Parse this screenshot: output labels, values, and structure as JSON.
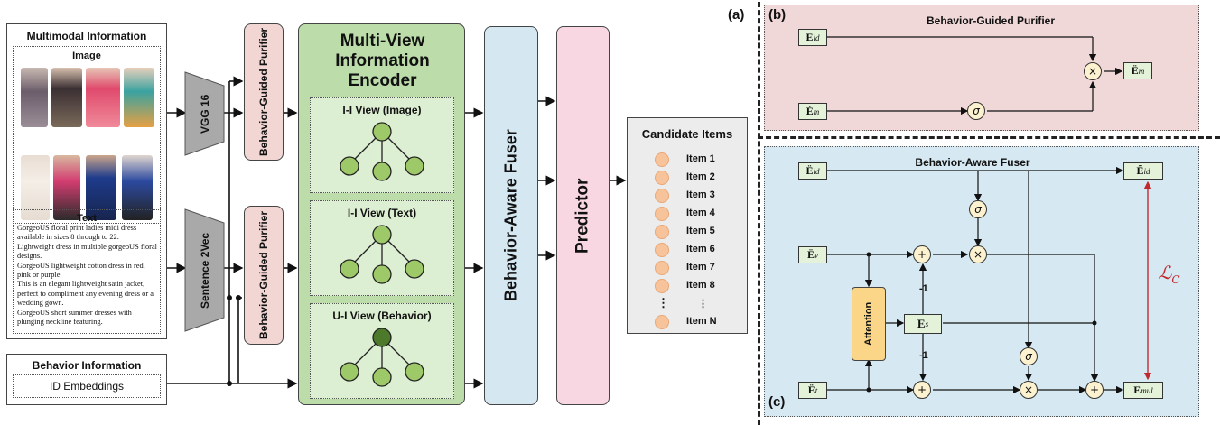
{
  "left": {
    "multimodal_title": "Multimodal Information",
    "image_label": "Image",
    "text_label": "Text",
    "text_body": "GorgeoUS floral print ladies midi dress available in sizes 8 through to 22.\nLightweight dress in multiple gorgeoUS floral designs.\nGorgeoUS lightweight cotton dress in red, pink or purple.\nThis is an elegant lightweight satin jacket, perfect to compliment any evening dress or a wedding gown.\nGorgeoUS short summer dresses with plunging neckline featuring.",
    "behavior_title": "Behavior Information",
    "id_embeddings": "ID Embeddings"
  },
  "encoders": {
    "vgg": "VGG 16",
    "sentence": "Sentence 2Vec"
  },
  "purifier_label": "Behavior-Guided Purifier",
  "mvie": {
    "title": "Multi-View Information Encoder",
    "views": [
      "I-I View (Image)",
      "I-I View (Text)",
      "U-I View (Behavior)"
    ]
  },
  "fuser_label": "Behavior-Aware Fuser",
  "predictor_label": "Predictor",
  "candidates": {
    "title": "Candidate Items",
    "items": [
      "Item 1",
      "Item 2",
      "Item 3",
      "Item 4",
      "Item 5",
      "Item 6",
      "Item 7",
      "Item 8",
      "⋮",
      "Item N"
    ],
    "left_ellipsis": "⋮"
  },
  "panel_a": "(a)",
  "panel_b": {
    "tag": "(b)",
    "title": "Behavior-Guided Purifier",
    "e_id": "E",
    "e_id_sub": "id",
    "e_m_in": "Ė",
    "e_m_in_sub": "m",
    "e_m_out": "Ë",
    "e_m_out_sub": "m",
    "times": "×",
    "sigma": "σ"
  },
  "panel_c": {
    "tag": "(c)",
    "title": "Behavior-Aware Fuser",
    "e_id_in": "Ë",
    "e_id_in_sub": "id",
    "e_id_out": "Ẽ",
    "e_id_out_sub": "id",
    "e_v": "Ë",
    "e_v_sub": "v",
    "e_t": "Ë",
    "e_t_sub": "t",
    "e_s": "E",
    "e_s_sub": "s",
    "e_mul": "E",
    "e_mul_sub": "mul",
    "attention": "Attention",
    "minus_one": "-1",
    "plus": "+",
    "times": "×",
    "sigma": "σ",
    "loss": "ℒ",
    "loss_sub": "C"
  },
  "colors": {
    "purifier_fill": "#f2d6d4",
    "mvie_fill": "#bcdcaa",
    "view_fill": "#ddefd2",
    "node_fill": "#9ec968",
    "node_dark": "#4c7a2a",
    "fuser_fill": "#d5e8f2",
    "predictor_fill": "#f8d6e2",
    "candidate_fill": "#ececec",
    "panel_b_fill": "#f1d8d8",
    "panel_c_fill": "#d6e8f1",
    "attention_fill": "#fbd688",
    "loss_red": "#c0282c"
  }
}
